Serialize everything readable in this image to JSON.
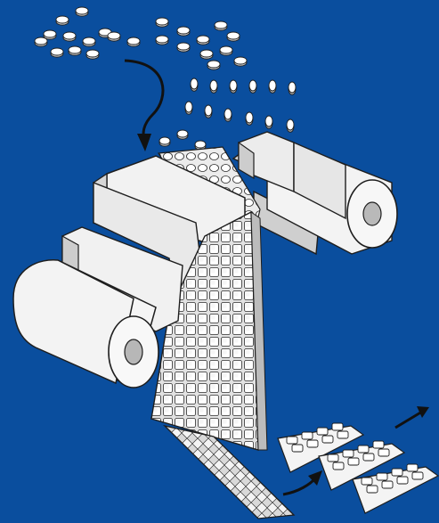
{
  "diagram": {
    "background_color": "#0a4e9e",
    "line_color": "#1e1e1e",
    "part_fill": "#f3f3f3",
    "part_shade": "#c9c9c9",
    "part_dark": "#a7a7a7",
    "arrow_color": "#111111",
    "components": [
      "loose-tablets",
      "infeed-arrow",
      "falling-tablets",
      "cover-foil-roll",
      "sealing-roller-top",
      "sealing-roller-bottom",
      "base-film-roll",
      "blister-web",
      "sealed-strip",
      "blister-packs",
      "output-arrow"
    ]
  }
}
